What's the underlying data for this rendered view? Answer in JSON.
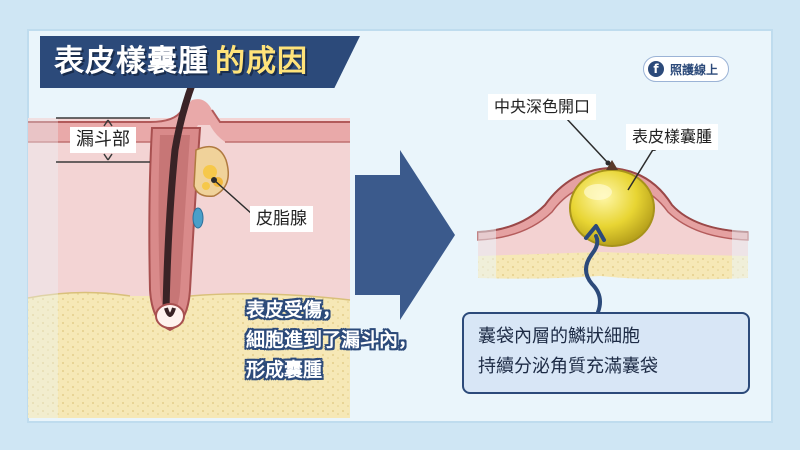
{
  "title": {
    "main": "表皮樣囊腫",
    "highlight": "的成因"
  },
  "badge": {
    "icon": "facebook-icon",
    "text": "照護線上"
  },
  "left_panel": {
    "funnel_label": "漏斗部",
    "gland_label": "皮脂腺",
    "caption_lines": [
      "表皮受傷，",
      "細胞進到了漏斗內，",
      "形成囊腫"
    ]
  },
  "right_panel": {
    "opening_label": "中央深色開口",
    "cyst_label": "表皮樣囊腫",
    "info_lines": [
      "囊袋內層的鱗狀細胞",
      "持續分泌角質充滿囊袋"
    ]
  },
  "colors": {
    "navy": "#2c4a7a",
    "background": "#cfe6f4",
    "highlight": "#ffe37a",
    "fat": "#f5e6b0",
    "dermis": "#f3d3d3",
    "cyst": "#e9d63a"
  }
}
